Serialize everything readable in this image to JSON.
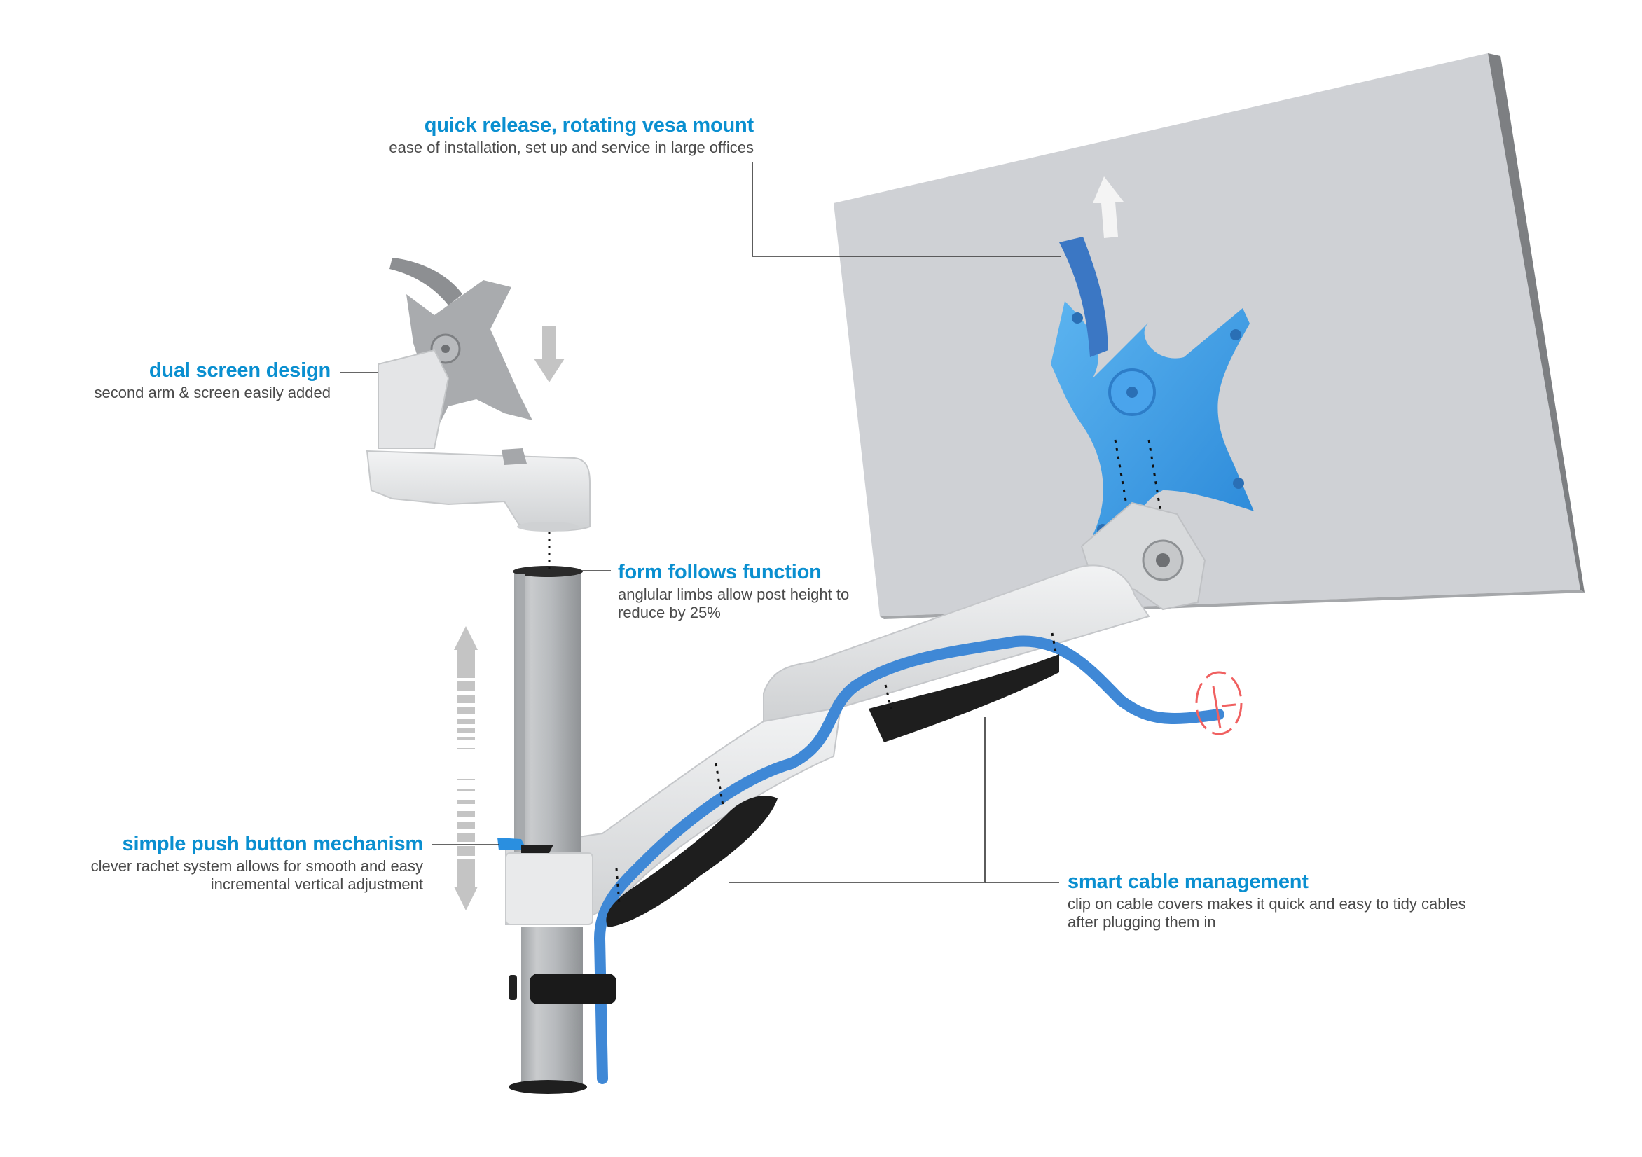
{
  "colors": {
    "accent_blue": "#0a8fd0",
    "mount_blue": "#3a9ee6",
    "cable_blue": "#3f88d6",
    "screen_gray": "#cfd1d5",
    "arm_silver": "#e2e4e6",
    "post_gray": "#b9bcbf",
    "cover_black": "#1e1e1e",
    "arrow_gray": "#c4c4c4",
    "target_red": "#f06060",
    "text_gray": "#4a4a4a"
  },
  "callouts": [
    {
      "id": "vesa",
      "title": "quick release, rotating vesa mount",
      "description": "ease of installation, set up and service in large offices"
    },
    {
      "id": "dual",
      "title": "dual screen design",
      "description": "second arm & screen easily added"
    },
    {
      "id": "form",
      "title": "form follows function",
      "description": "anglular limbs allow post height to reduce by 25%"
    },
    {
      "id": "push",
      "title": "simple push button mechanism",
      "description": "clever rachet system allows for smooth and easy incremental vertical adjustment"
    },
    {
      "id": "cable",
      "title": "smart cable management",
      "description": "clip on cable covers makes it quick and easy to tidy cables after plugging them in"
    }
  ],
  "illustration": {
    "parts": [
      "monitor-panel",
      "vesa-mount-blue",
      "second-arm-with-mount",
      "post-upper",
      "post-lower",
      "main-arm",
      "cable",
      "cable-cover-upper",
      "cable-cover-lower",
      "cable-clamp",
      "push-button",
      "height-adjust-arrow",
      "direction-arrow-up",
      "direction-arrow-down",
      "cable-target-marker"
    ]
  }
}
